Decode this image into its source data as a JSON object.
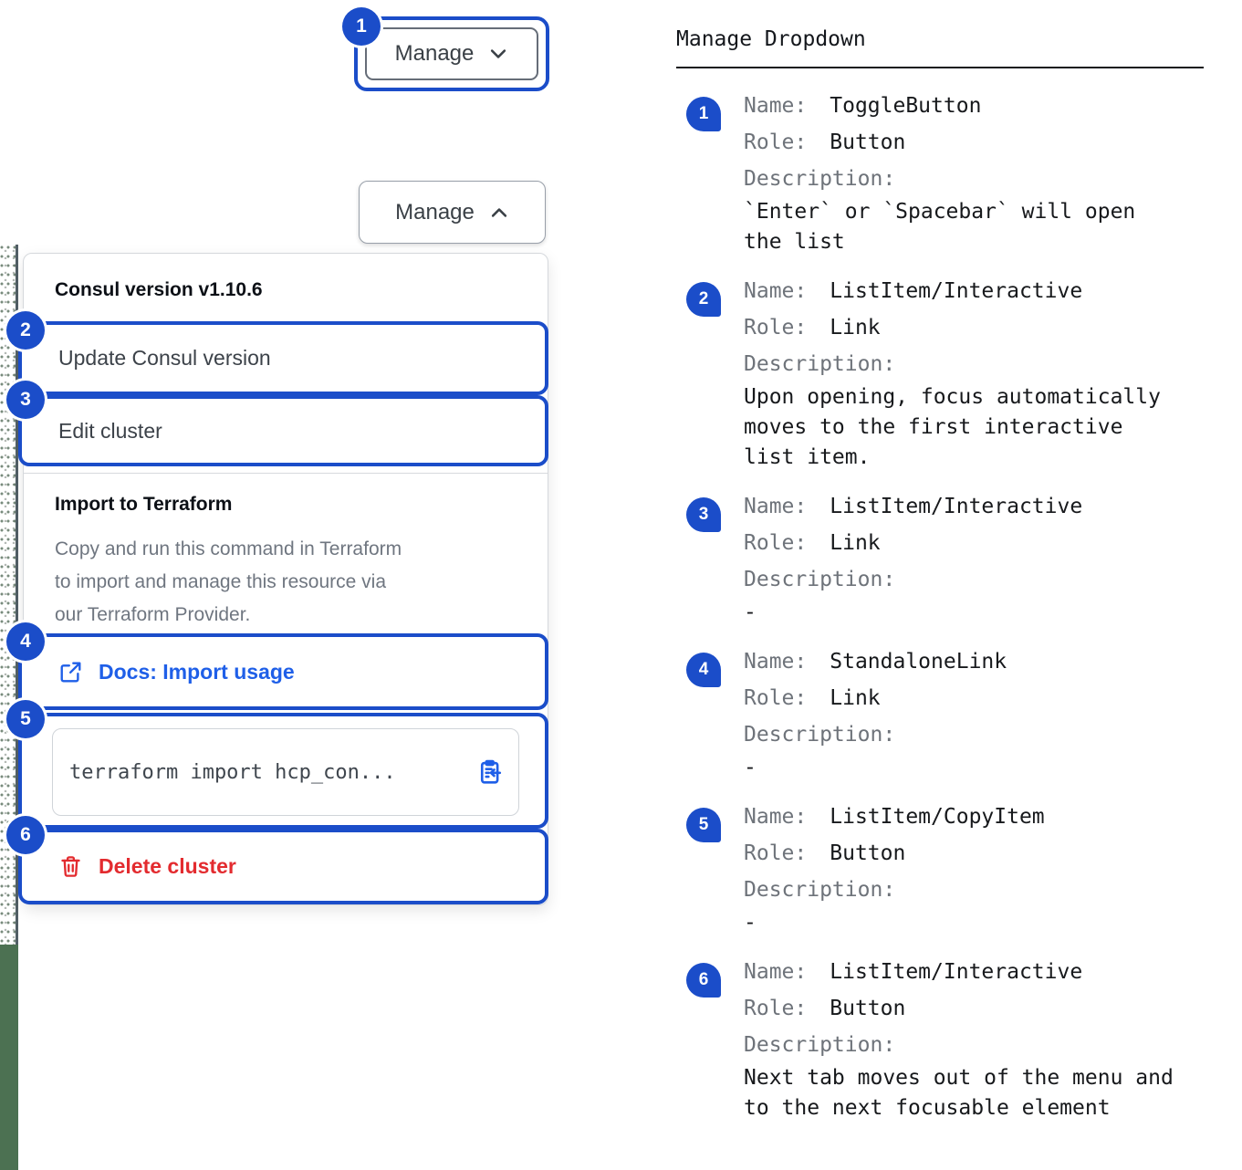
{
  "badges": [
    "1",
    "2",
    "3",
    "4",
    "5",
    "6"
  ],
  "buttons": {
    "collapsed_label": "Manage",
    "expanded_label": "Manage"
  },
  "dropdown": {
    "version_header": "Consul version v1.10.6",
    "update_label": "Update Consul version",
    "edit_label": "Edit cluster",
    "import_title": "Import to Terraform",
    "import_description": "Copy and run this command in Terraform\nto import and manage this resource via\nour Terraform Provider.",
    "docs_link_label": "Docs: Import usage",
    "command_text": "terraform import hcp_con...",
    "delete_label": "Delete cluster"
  },
  "legend": {
    "title": "Manage Dropdown",
    "labels": {
      "name": "Name:",
      "role": "Role:",
      "description": "Description:"
    },
    "items": [
      {
        "num": "1",
        "name": "ToggleButton",
        "role": "Button",
        "description": "`Enter` or `Spacebar` will open\nthe list"
      },
      {
        "num": "2",
        "name": "ListItem/Interactive",
        "role": "Link",
        "description": "Upon opening, focus automatically\nmoves to the first interactive\nlist item."
      },
      {
        "num": "3",
        "name": "ListItem/Interactive",
        "role": "Link",
        "description": "-"
      },
      {
        "num": "4",
        "name": "StandaloneLink",
        "role": "Link",
        "description": "-"
      },
      {
        "num": "5",
        "name": "ListItem/CopyItem",
        "role": "Button",
        "description": "-"
      },
      {
        "num": "6",
        "name": "ListItem/Interactive",
        "role": "Button",
        "description": "Next tab moves out of the menu and\nto the next focusable element"
      }
    ]
  },
  "colors": {
    "annotation_blue": "#1b4dc9",
    "link_blue": "#1f5fe8",
    "danger_red": "#e32b2f",
    "edge_green": "#4c7152"
  }
}
